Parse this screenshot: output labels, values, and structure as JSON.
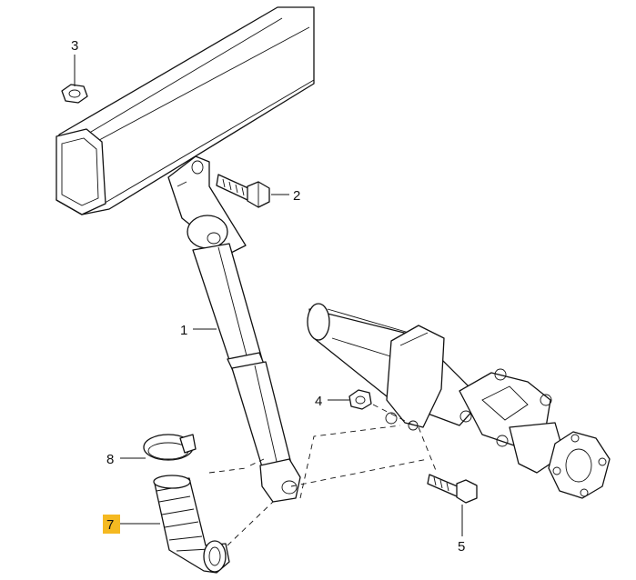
{
  "diagram": {
    "callouts": [
      {
        "id": "c1",
        "label": "1",
        "part": "shock-absorber"
      },
      {
        "id": "c2",
        "label": "2",
        "part": "bolt-upper"
      },
      {
        "id": "c3",
        "label": "3",
        "part": "nut-top"
      },
      {
        "id": "c4",
        "label": "4",
        "part": "nut-lower"
      },
      {
        "id": "c5",
        "label": "5",
        "part": "bolt-lower"
      },
      {
        "id": "c7",
        "label": "7",
        "part": "protective-sleeve",
        "highlighted": true,
        "highlight_color": "#f5b921"
      },
      {
        "id": "c8",
        "label": "8",
        "part": "hose-clamp"
      }
    ]
  }
}
